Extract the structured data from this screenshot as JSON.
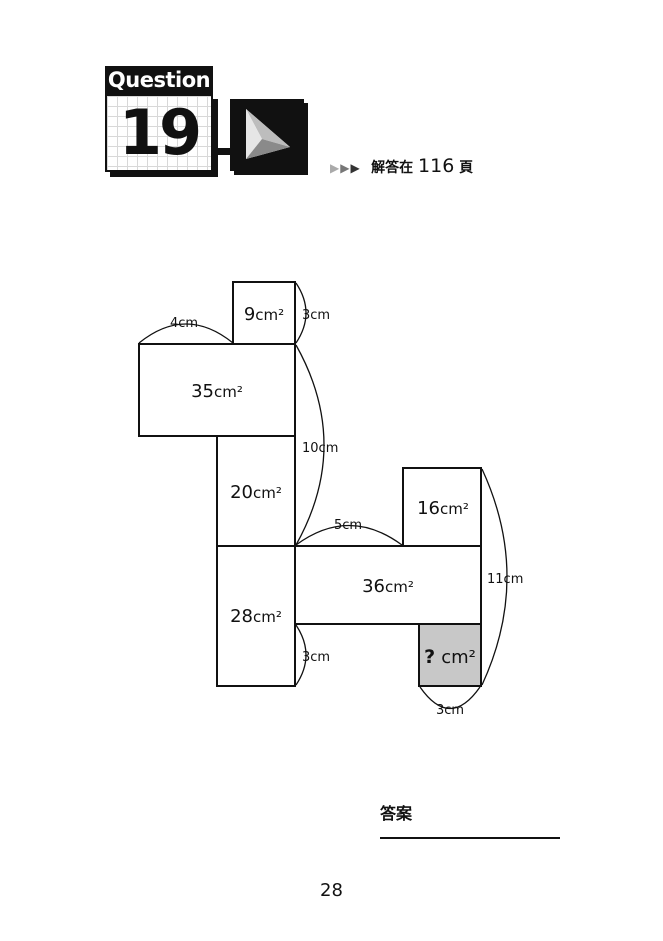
{
  "header": {
    "question_word": "Question",
    "question_number": "19",
    "hint_arrows": [
      "▶",
      "▶",
      "▶"
    ],
    "hint_prefix": "解答在",
    "hint_page": "116",
    "hint_suffix": "頁"
  },
  "diagram": {
    "areas": {
      "top_small": "9",
      "left_big": "35",
      "middle": "20",
      "bottom_left": "28",
      "top_right": "16",
      "center_right": "36",
      "unknown": "?"
    },
    "area_unit": "cm²",
    "dims": {
      "d_4cm": "4cm",
      "d_3cm_top": "3cm",
      "d_10cm": "10cm",
      "d_5cm": "5cm",
      "d_11cm": "11cm",
      "d_3cm_left": "3cm",
      "d_3cm_bottom": "3cm"
    },
    "colors": {
      "unknown_fill": "#c8c8c8",
      "line": "#111111"
    }
  },
  "answer": {
    "label": "答案"
  },
  "footer": {
    "page_number": "28"
  }
}
